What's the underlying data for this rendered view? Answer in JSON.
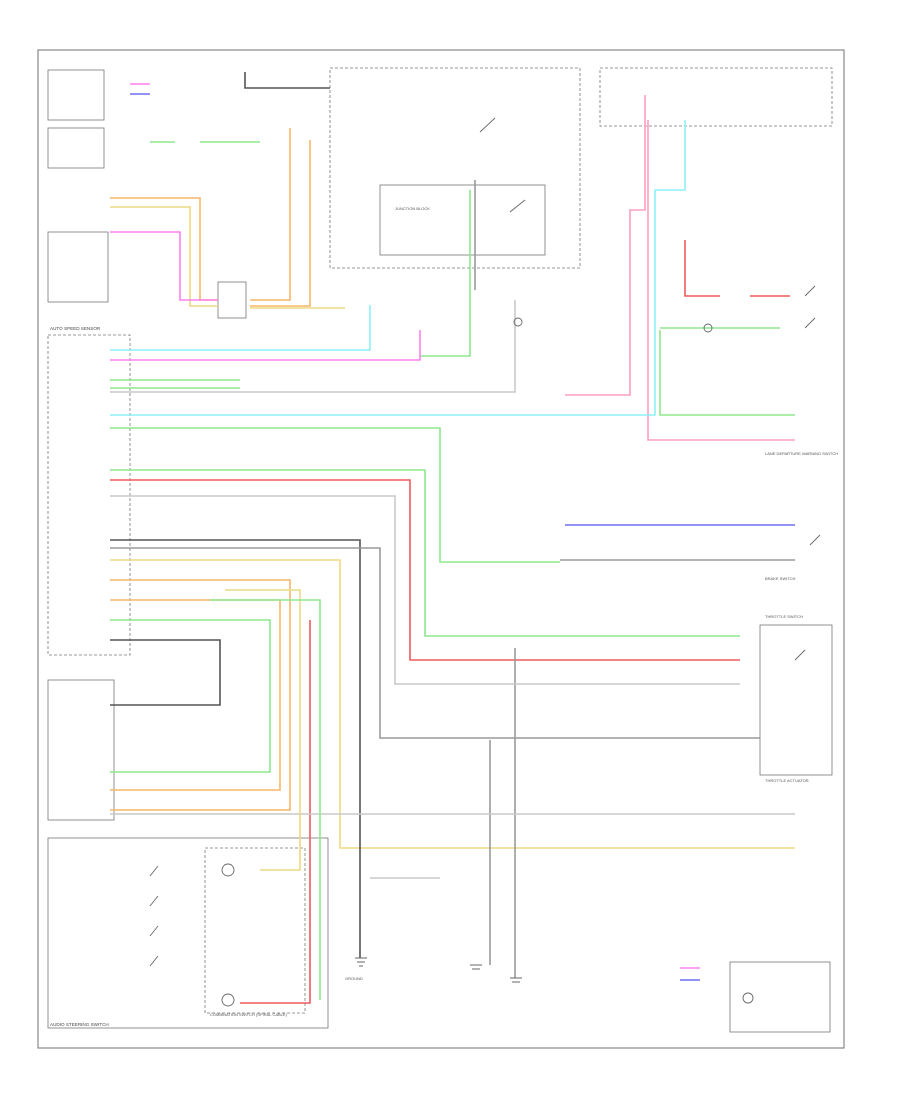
{
  "labels": {
    "auto_speed_sensor": "AUTO SPEED SENSOR",
    "steering_wheel_switches": "AUDIO STEERING SWITCH",
    "combination_switch": "COMBINATION SWITCH (SPIRAL CABLE)",
    "junction_block": "JUNCTION BLOCK",
    "throttle_switch": "THROTTLE SWITCH",
    "throttle_actuator": "THROTTLE ACTUATOR",
    "lane_departure_switch": "LANE DEPARTURE WARNING SWITCH",
    "brake_switch": "BRAKE SWITCH",
    "ground": "GROUND",
    "footer_left": "",
    "footer_right": ""
  },
  "colors": {
    "pink": "#ff9fc0",
    "cyan": "#8ef0f6",
    "green": "#8ee88e",
    "red": "#f05a5a",
    "orange": "#f6b56a",
    "magenta": "#ff80ee",
    "blue": "#6f6ff0",
    "yellow": "#ecd880",
    "gray": "#9a9a9a",
    "light_gray": "#c9c9c9",
    "dark": "#555555"
  }
}
